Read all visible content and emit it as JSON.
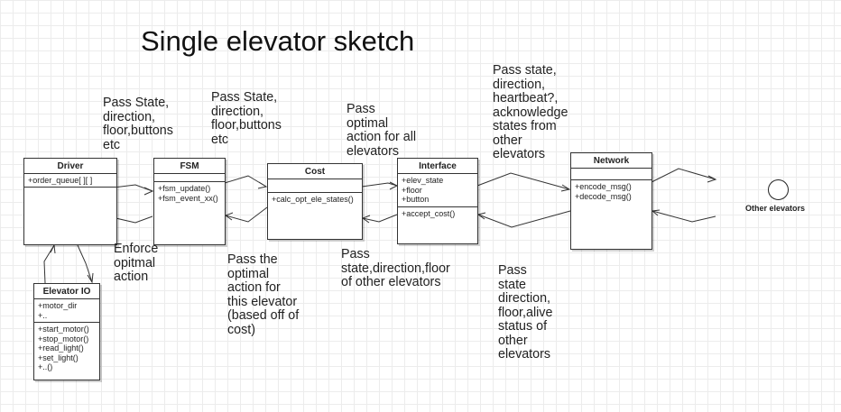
{
  "title": "Single elevator sketch",
  "classes": {
    "driver": {
      "name": "Driver",
      "attrs": [
        "+order_queue[ ][ ]"
      ],
      "methods": []
    },
    "fsm": {
      "name": "FSM",
      "attrs": [],
      "methods": [
        "+fsm_update()",
        "+fsm_event_xx()"
      ]
    },
    "cost": {
      "name": "Cost",
      "attrs": [],
      "methods": [
        "+calc_opt_ele_states()"
      ]
    },
    "interface": {
      "name": "Interface",
      "attrs": [
        "+elev_state",
        "+floor",
        "+button"
      ],
      "methods": [
        "+accept_cost()"
      ]
    },
    "network": {
      "name": "Network",
      "attrs": [],
      "methods": [
        "+encode_msg()",
        "+decode_msg()"
      ]
    },
    "elevator_io": {
      "name": "Elevator IO",
      "attrs": [
        "+motor_dir",
        "+.."
      ],
      "methods": [
        "+start_motor()",
        "+stop_motor()",
        "+read_light()",
        "+set_light()",
        "+..()"
      ]
    }
  },
  "actor": {
    "label": "Other elevators"
  },
  "notes": {
    "driver_to_fsm": "Pass State,\ndirection,\nfloor,buttons\netc",
    "fsm_to_cost": "Pass State,\ndirection,\nfloor,buttons\netc",
    "cost_to_interface": "Pass\noptimal\naction for all\nelevators",
    "interface_to_network": "Pass state,\ndirection,\nheartbeat?,\nacknowledge\nstates from\nother\nelevators",
    "fsm_to_driver": "Enforce\nopitmal\naction",
    "cost_to_fsm": "Pass the\noptimal\naction for\nthis elevator\n(based off of\ncost)",
    "interface_to_cost": "Pass\nstate,direction,floor\nof other elevators",
    "network_to_interface": "Pass\nstate\ndirection,\nfloor,alive\nstatus of\nother\nelevators"
  }
}
